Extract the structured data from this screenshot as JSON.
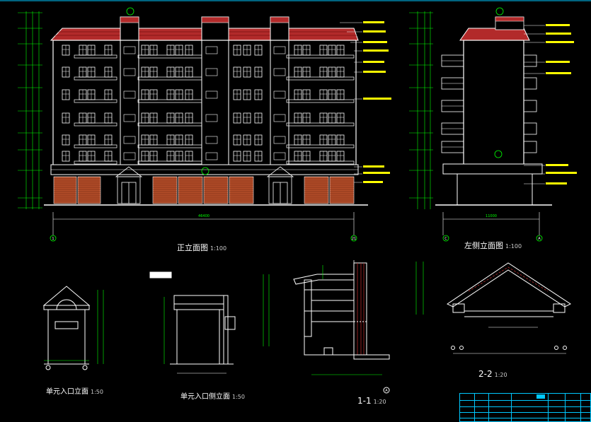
{
  "drawing": {
    "front_elevation_title": "正立面图",
    "front_elevation_scale": "1:100",
    "left_elevation_title": "左侧立面图",
    "left_elevation_scale": "1:100",
    "entrance_front_title": "单元入口立面",
    "entrance_front_scale": "1:50",
    "entrance_side_title": "单元入口侧立面",
    "entrance_side_scale": "1:50",
    "section_1_title": "1-1",
    "section_1_scale": "1:20",
    "section_2_title": "2-2",
    "section_2_scale": "1:20"
  },
  "axes": {
    "front_left": "1",
    "front_right": "21",
    "side_left": "C",
    "side_right": "A",
    "section_mark": "A"
  },
  "dimensions": {
    "front_total_width": "46400",
    "side_total_width": "11000"
  },
  "colors": {
    "background": "#000000",
    "outline": "#ffffff",
    "dimension": "#00ff00",
    "roof_tile": "#b22a2a",
    "shop_shutter": "#b24c28",
    "annotation": "#ffff00",
    "titleblock": "#00c8ff"
  }
}
